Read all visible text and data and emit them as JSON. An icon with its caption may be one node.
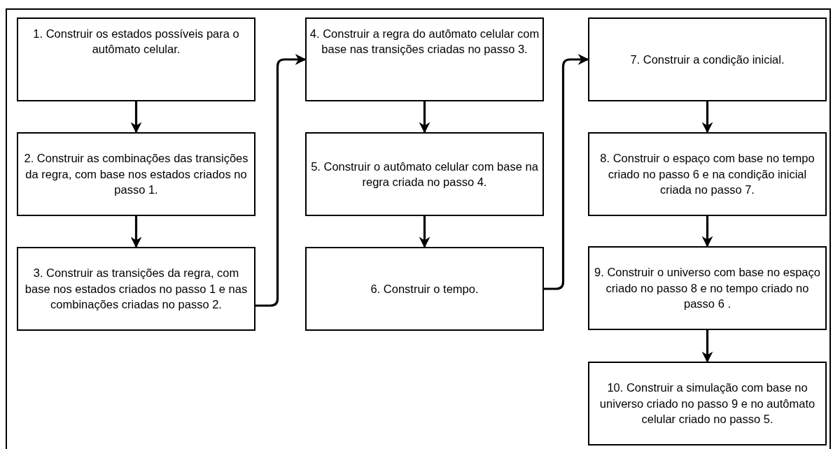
{
  "diagram": {
    "nodes": [
      {
        "text": [
          "1. Construir os estados possíveis para o autômato celular."
        ]
      },
      {
        "text": [
          "2. Construir as combinações das transições da regra, com base nos estados criados no passo 1."
        ]
      },
      {
        "text": [
          "3. Construir as transições da regra, com base nos estados criados no passo 1 e nas combinações criadas no passo 2."
        ]
      },
      {
        "text": [
          "4. Construir a regra do autômato celular com base nas transições criadas no passo 3."
        ]
      },
      {
        "text": [
          "5. Construir o autômato celular com base na regra criada no passo 4."
        ]
      },
      {
        "text": [
          "6. Construir o tempo."
        ]
      },
      {
        "text": [
          "7. Construir a condição inicial."
        ]
      },
      {
        "text": [
          "8. Construir o espaço com base no tempo criado no passo 6 e na condição inicial criada no passo 7."
        ]
      },
      {
        "text": [
          "9. Construir o universo com base no espaço criado no passo 8 e no tempo criado no passo 6 ."
        ]
      },
      {
        "text": [
          "10. Construir a simulação com base no universo criado no passo 9 e no autômato celular criado no passo 5."
        ]
      }
    ],
    "edges": [
      {
        "from": 0,
        "to": 1,
        "arrow": "to"
      },
      {
        "from": 1,
        "to": 2,
        "arrow": "to"
      },
      {
        "from": 2,
        "to": 3,
        "arrow": "to"
      },
      {
        "from": 3,
        "to": 4,
        "arrow": "to"
      },
      {
        "from": 4,
        "to": 5,
        "arrow": "to"
      },
      {
        "from": 5,
        "to": 6,
        "arrow": "to"
      },
      {
        "from": 6,
        "to": 7,
        "arrow": "to"
      },
      {
        "from": 7,
        "to": 8,
        "arrow": "to"
      },
      {
        "from": 8,
        "to": 9,
        "arrow": "to"
      }
    ]
  }
}
